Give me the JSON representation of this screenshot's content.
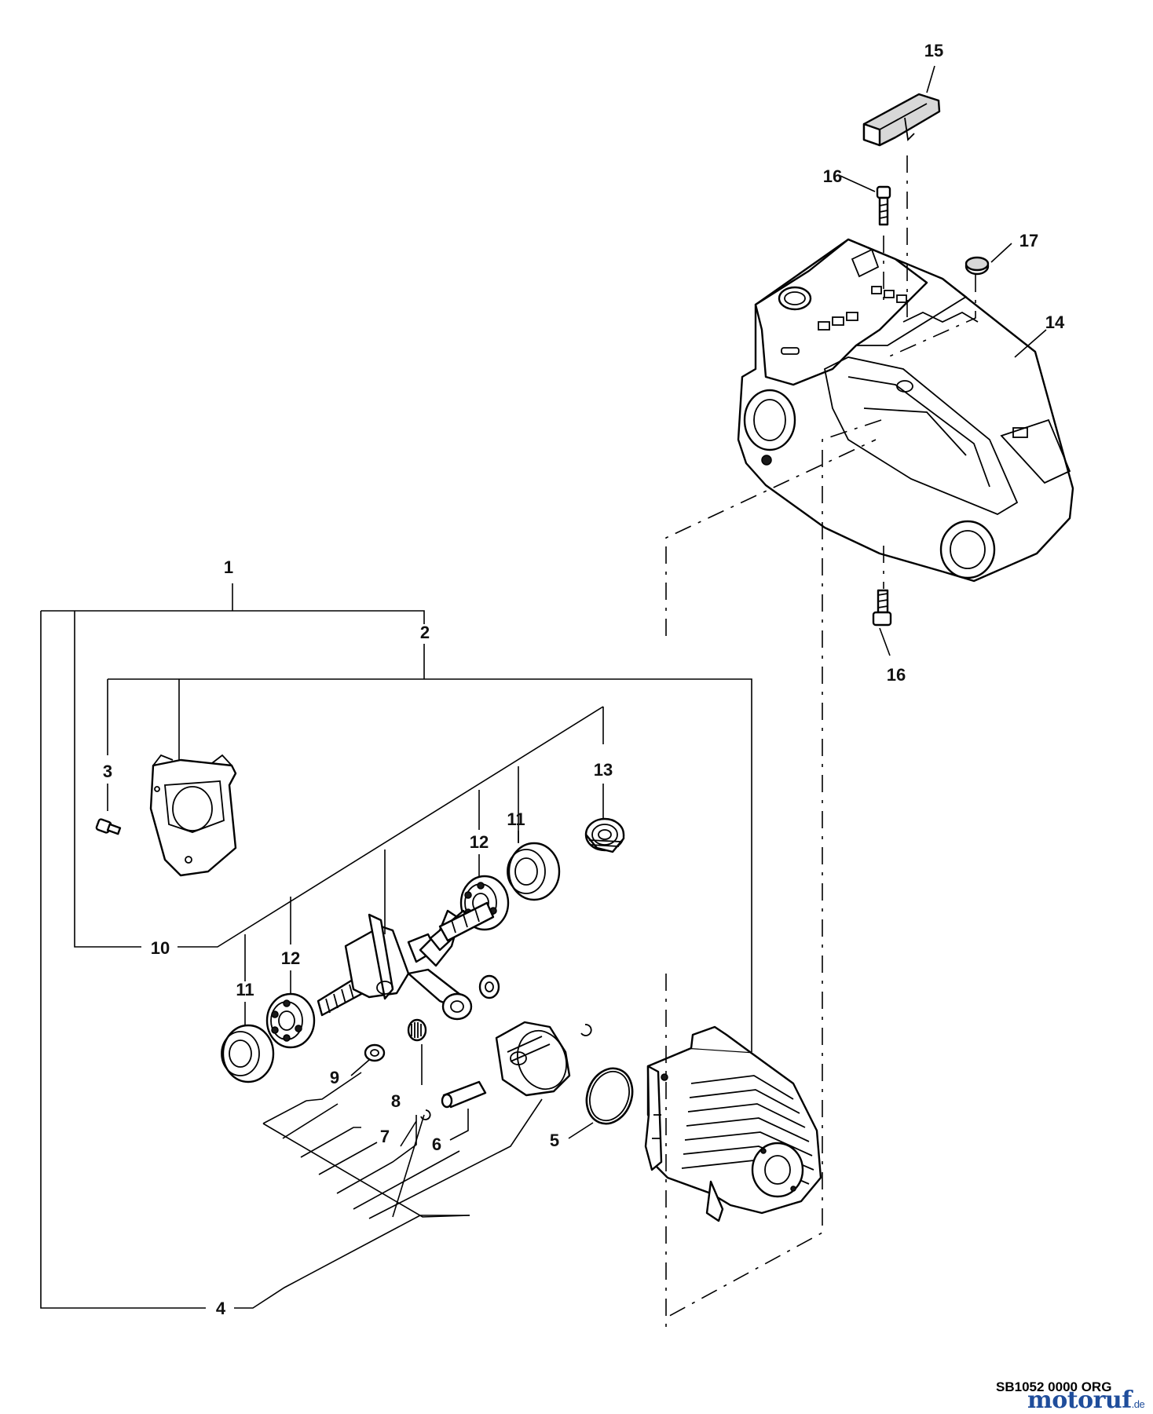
{
  "diagram": {
    "callouts": {
      "c1": "1",
      "c2": "2",
      "c3": "3",
      "c4": "4",
      "c5": "5",
      "c6": "6",
      "c7": "7",
      "c8": "8",
      "c9": "9",
      "c10": "10",
      "c11a": "11",
      "c11b": "11",
      "c12a": "12",
      "c12b": "12",
      "c13": "13",
      "c14": "14",
      "c15": "15",
      "c16a": "16",
      "c16b": "16",
      "c17": "17"
    },
    "drawing_code": "SB1052 0000 ORG",
    "watermark": "motoruf",
    "watermark_suffix": ".de"
  }
}
